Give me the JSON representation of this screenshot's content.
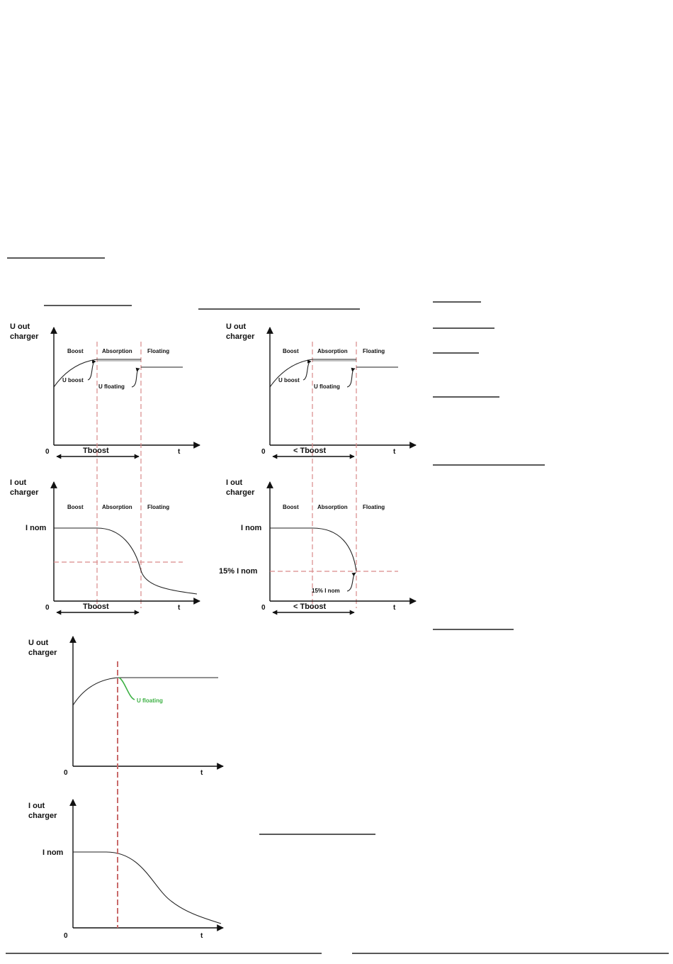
{
  "labels": {
    "u_out": "U out",
    "i_out": "I out",
    "charger": "charger",
    "boost": "Boost",
    "absorption": "Absorption",
    "floating": "Floating",
    "u_boost": "U boost",
    "u_floating": "U floating",
    "zero": "0",
    "t": "t",
    "tboost": "Tboost",
    "lt_tboost": "< Tboost",
    "i_nom": "I nom",
    "pct_i_nom": "15% I nom"
  },
  "colors": {
    "axis": "#111111",
    "phase_divider": "#d98a8a",
    "floating_curve": "#3cb043"
  }
}
